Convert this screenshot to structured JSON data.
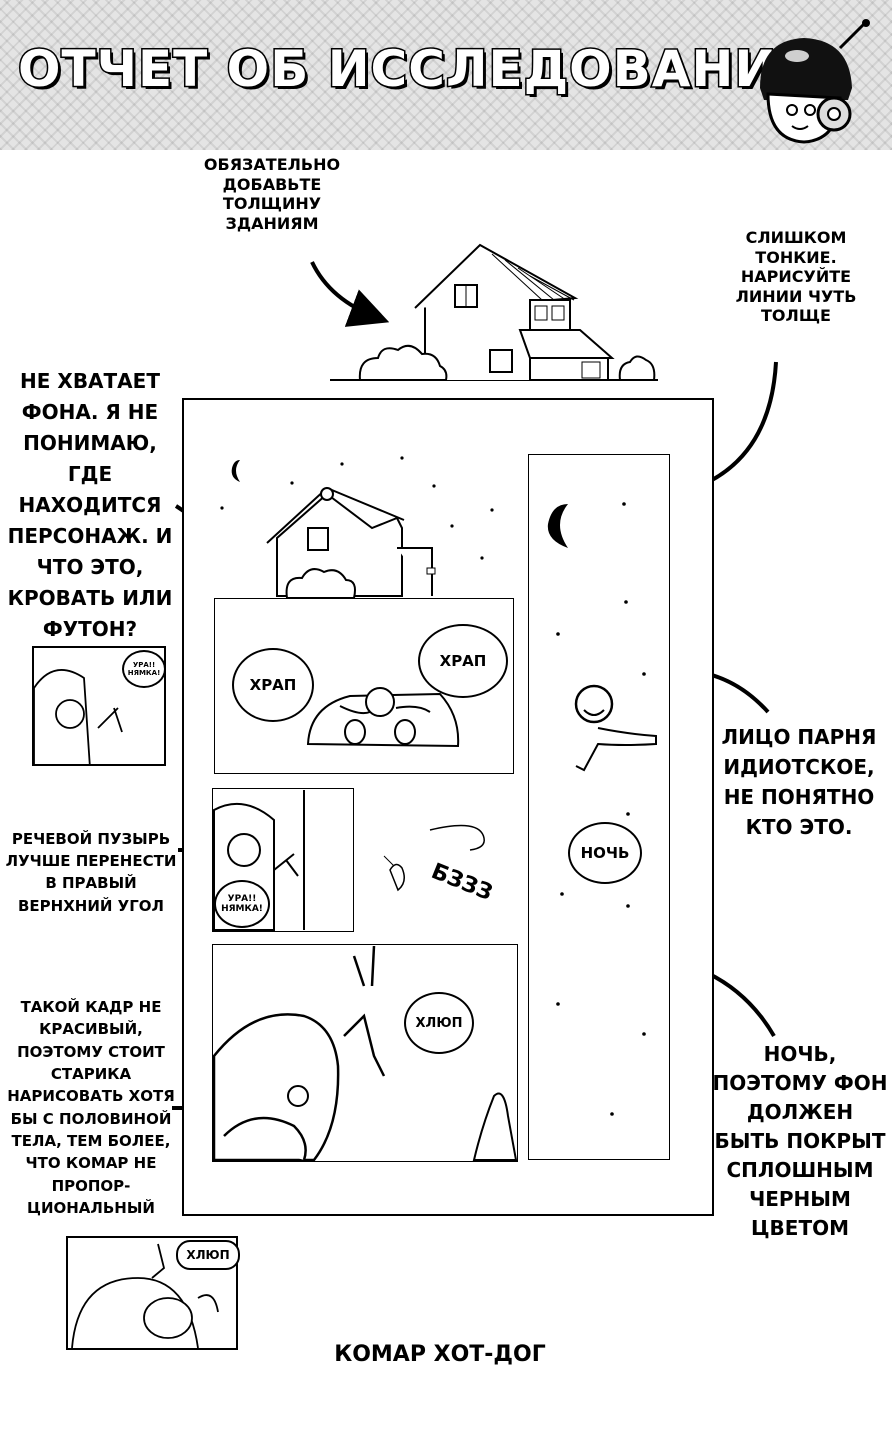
{
  "header": {
    "title": "ОТЧЕТ ОБ ИССЛЕДОВАНИИ"
  },
  "notes": {
    "building": "ОБЯЗАТЕЛЬНО ДОБАВЬТЕ ТОЛЩИНУ ЗДАНИЯМ",
    "lines": "СЛИШКОМ ТОНКИЕ. НАРИСУЙТЕ ЛИНИИ ЧУТЬ ТОЛЩЕ",
    "background": "НЕ ХВАТАЕТ ФОНА. Я НЕ ПОНИМАЮ, ГДЕ НАХОДИТСЯ ПЕРСОНАЖ. И ЧТО ЭТО, КРОВАТЬ ИЛИ ФУТОН?",
    "face": "ЛИЦО ПАРНЯ ИДИОТСКОЕ, НЕ ПОНЯТНО КТО ЭТО.",
    "bubble": "РЕЧЕВОЙ ПУЗЫРЬ ЛУЧШЕ ПЕРЕНЕСТИ В ПРАВЫЙ ВЕРНХНИЙ УГОЛ",
    "frame": "ТАКОЙ КАДР НЕ КРАСИВЫЙ, ПОЭТОМУ СТОИТ СТАРИКА НАРИСОВАТЬ ХОТЯ БЫ С ПОЛОВИНОЙ ТЕЛА, ТЕМ БОЛЕЕ, ЧТО КОМАР НЕ ПРОПОР- ЦИОНАЛЬНЫЙ",
    "night": "НОЧЬ, ПОЭТОМУ ФОН ДОЛЖЕН БЫТЬ ПОКРЫТ СПЛОШНЫМ ЧЕРНЫМ ЦВЕТОМ"
  },
  "comic": {
    "snore_left": "ХРАП",
    "snore_right": "ХРАП",
    "bzzz": "БЗЗЗ",
    "night_label": "НОЧЬ",
    "hooray_line1": "УРА!!",
    "hooray_line2": "НЯМКА!",
    "slap": "ХЛЮП"
  },
  "thumbs": {
    "top_line1": "УРА!!",
    "top_line2": "НЯМКА!",
    "bottom_slap": "ХЛЮП"
  },
  "footer": {
    "caption": "КОМАР ХОТ-ДОГ"
  }
}
